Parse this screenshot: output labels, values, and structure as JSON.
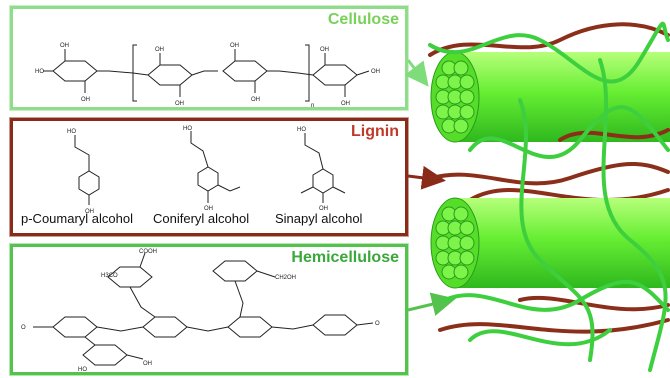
{
  "panels": {
    "cellulose": {
      "title": "Cellulose"
    },
    "lignin": {
      "title": "Lignin",
      "monomers": [
        {
          "label": "p-Coumaryl alcohol"
        },
        {
          "label": "Coniferyl alcohol"
        },
        {
          "label": "Sinapyl alcohol"
        }
      ]
    },
    "hemicellulose": {
      "title": "Hemicellulose"
    }
  },
  "colors": {
    "cellulose": "#8fdc8a",
    "lignin": "#8a2a18",
    "hemicellulose": "#55c24e",
    "fibril": "#66ee33",
    "strand_green": "#3ecf3e",
    "strand_brown": "#8b2f1a"
  }
}
